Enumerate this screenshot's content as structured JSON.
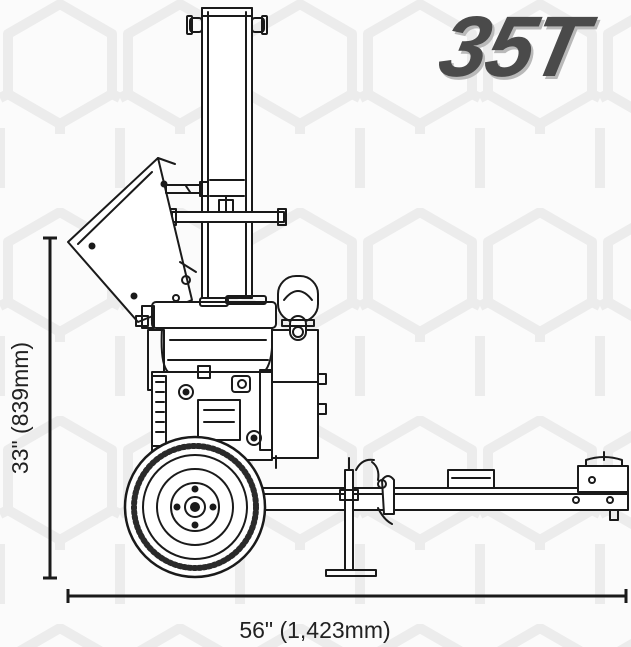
{
  "brand": {
    "model_text": "35T",
    "text_color": "#4a4a4a",
    "shadow_color": "#b9b9b9"
  },
  "dimensions": {
    "width_label": "56\" (1,423mm)",
    "height_label": "33\" (839mm)"
  },
  "colors": {
    "line": "#1a1a1a",
    "hex_pattern": "#ececec",
    "background": "#fbfbfb"
  },
  "icons": {
    "hex_pattern": "hexagon-pattern",
    "drawing": "log-splitter-line-drawing"
  }
}
